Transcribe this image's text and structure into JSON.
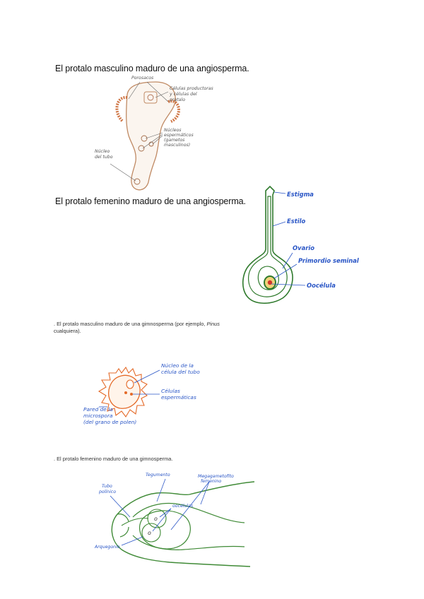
{
  "headings": {
    "male_angio": "El protalo masculino maduro de una angiosperma.",
    "female_angio": "El protalo femenino maduro de una angiosperma.",
    "male_gymno_line1": ". El protalo masculino maduro de una gimnosperma (por ejemplo, ",
    "male_gymno_italic": "Pinus",
    "male_gymno_line2": "cualquiera).",
    "female_gymno": ". El protalo femenino maduro de una gimnosperma."
  },
  "fig1_labels": {
    "poros": "Porosacos",
    "celulas_1": "Células productoras",
    "celulas_2": "y células del",
    "celulas_3": "protalo",
    "nucleos_1": "Núcleos",
    "nucleos_2": "espermáticos",
    "nucleos_3": "(gametos",
    "nucleos_4": "masculinos)",
    "nucleo_tubo_1": "Núcleo",
    "nucleo_tubo_2": "del tubo"
  },
  "fig2_labels": {
    "estigma": "Estigma",
    "estilo": "Estilo",
    "ovario": "Ovario",
    "primordio": "Primordio seminal",
    "oocelula": "Oocélula"
  },
  "fig3_labels": {
    "nucleo_1": "Núcleo de la",
    "nucleo_2": "célula del tubo",
    "celulas_1": "Células",
    "celulas_2": "espermáticas",
    "pared_1": "Pared de la",
    "pared_2": "microspora",
    "pared_3": "(del grano de polen)"
  },
  "fig4_labels": {
    "tegumento": "Tegumento",
    "megagametofito_1": "Megagametofito",
    "megagametofito_2": "femenino",
    "tubo_1": "Tubo",
    "tubo_2": "polínico",
    "oocelulas": "oocélulas",
    "arquegonio": "Arquegonio"
  }
}
